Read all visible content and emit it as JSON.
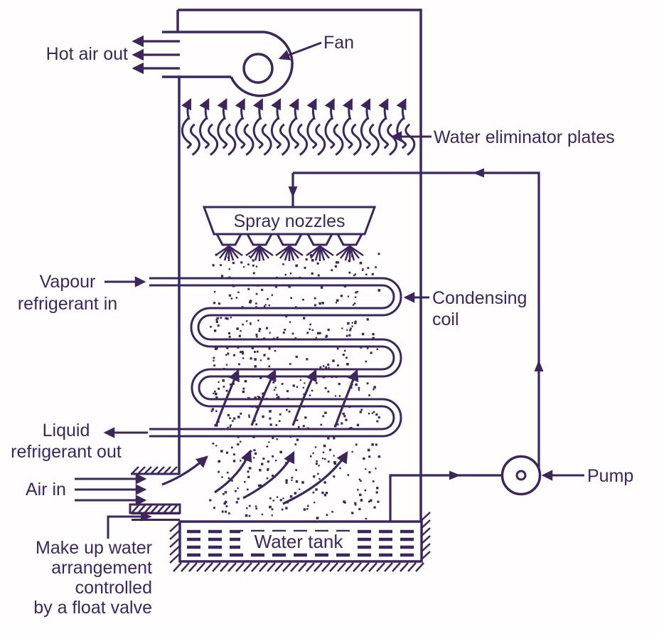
{
  "colors": {
    "ink": "#3d265c",
    "background": "#ffffff"
  },
  "diagram": {
    "labels": {
      "hot_air_out": "Hot air out",
      "fan": "Fan",
      "water_eliminator_plates": "Water eliminator plates",
      "spray_nozzles": "Spray nozzles",
      "vapour_refrigerant_in": "Vapour\nrefrigerant in",
      "condensing_coil": "Condensing\ncoil",
      "liquid_refrigerant_out": "Liquid\nrefrigerant out",
      "air_in": "Air in",
      "pump": "Pump",
      "water_tank": "Water tank",
      "make_up_water": "Make up water\narrangement\ncontrolled\nby a float valve"
    }
  }
}
